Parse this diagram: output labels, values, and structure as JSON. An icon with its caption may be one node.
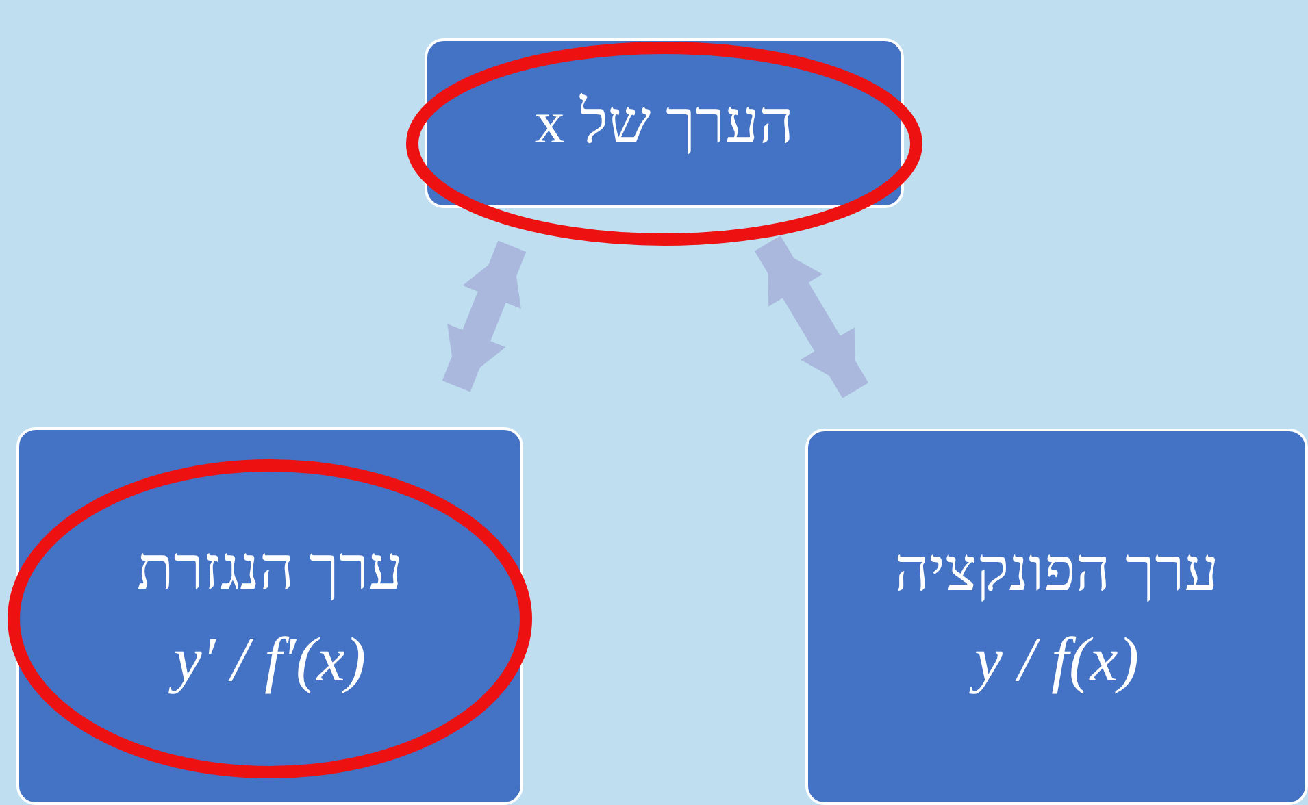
{
  "diagram": {
    "nodes": [
      {
        "text": [
          "הערך של x"
        ]
      },
      {
        "text": [
          "ערך הנגזרת",
          "y′ / f′(x)"
        ]
      },
      {
        "text": [
          "ערך הפונקציה",
          "y / f(x)"
        ]
      }
    ],
    "edges": [
      {
        "from": 0,
        "to": 1,
        "arrow": "both"
      },
      {
        "from": 0,
        "to": 2,
        "arrow": "both"
      }
    ]
  }
}
